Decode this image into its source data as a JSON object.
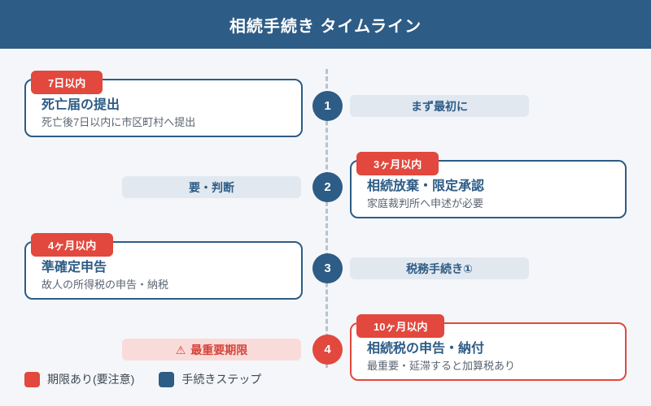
{
  "header": {
    "title": "相続手続き タイムライン"
  },
  "theme": {
    "header_bg": "#2d5c86",
    "accent_red": "#e2483d",
    "page_bg": "#f4f6f9",
    "pill_bg": "#e2e8f0",
    "warn_pill_bg": "#f9dcda",
    "card_bg": "#ffffff"
  },
  "timeline": {
    "steps": [
      {
        "number": "1",
        "side": "left",
        "badge": "7日以内",
        "title": "死亡届の提出",
        "desc": "死亡後7日以内に市区町村へ提出",
        "label": "まず最初に",
        "highlight": false
      },
      {
        "number": "2",
        "side": "right",
        "badge": "3ヶ月以内",
        "title": "相続放棄・限定承認",
        "desc": "家庭裁判所へ申述が必要",
        "label": "要・判断",
        "highlight": false
      },
      {
        "number": "3",
        "side": "left",
        "badge": "4ヶ月以内",
        "title": "準確定申告",
        "desc": "故人の所得税の申告・納税",
        "label": "税務手続き①",
        "highlight": false
      },
      {
        "number": "4",
        "side": "right",
        "badge": "10ヶ月以内",
        "title": "相続税の申告・納付",
        "desc": "最重要・延滞すると加算税あり",
        "label": "最重要期限",
        "label_icon": "⚠",
        "highlight": true
      }
    ]
  },
  "legend": [
    {
      "color": "#e2483d",
      "label": "期限あり(要注意)"
    },
    {
      "color": "#2d5c86",
      "label": "手続きステップ"
    }
  ]
}
